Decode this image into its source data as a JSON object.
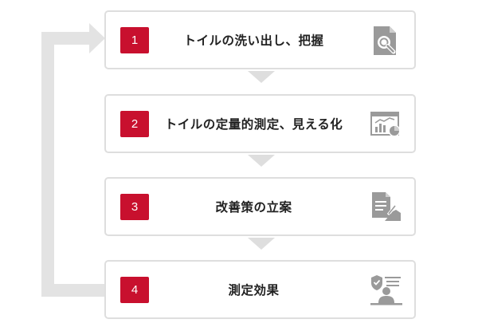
{
  "steps": [
    {
      "number": "1",
      "label": "トイルの洗い出し、把握",
      "icon": "magnifier-document-icon"
    },
    {
      "number": "2",
      "label": "トイルの定量的測定、見える化",
      "icon": "dashboard-chart-icon"
    },
    {
      "number": "3",
      "label": "改善策の立案",
      "icon": "document-signing-icon"
    },
    {
      "number": "4",
      "label": "測定効果",
      "icon": "person-shield-checklist-icon"
    }
  ],
  "colors": {
    "badge": "#c8102e",
    "icon": "#9a9a9a",
    "loop_arrow": "#e3e3e3",
    "border": "#dedede"
  }
}
